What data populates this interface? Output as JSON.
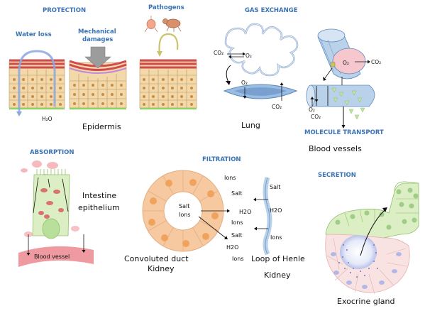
{
  "sections": {
    "protection": "PROTECTION",
    "gas_exchange": "GAS EXCHANGE",
    "molecule_transport": "MOLECULE TRANSPORT",
    "absorption": "ABSORPTION",
    "filtration": "FILTRATION",
    "secretion": "SECRETION"
  },
  "protection": {
    "water_loss": "Water loss",
    "mechanical_1": "Mechanical",
    "mechanical_2": "damages",
    "pathogens": "Pathogens",
    "h2o": "H₂O",
    "epidermis": "Epidermis"
  },
  "gas": {
    "co2_left": "CO₂",
    "o2_left": "O₂",
    "o2_alv": "O₂",
    "co2_alv": "CO₂",
    "lung": "Lung",
    "o2_rbc": "O₂",
    "co2_right": "CO₂",
    "o2_vessel": "O₂",
    "co2_vessel": "CO₂",
    "blood_vessels": "Blood vessels"
  },
  "absorption": {
    "intestine_1": "Intestine",
    "intestine_2": "epithelium",
    "blood_vessel": "Blood vessel"
  },
  "filtration": {
    "salt_center": "Salt",
    "ions_center": "Ions",
    "ions_1": "Ions",
    "salt_1": "Salt",
    "h2o_1": "H2O",
    "ions_2": "Ions",
    "salt_2": "Salt",
    "h2o_2": "H2O",
    "ions_3": "Ions",
    "henle_salt": "Salt",
    "henle_h2o": "H2O",
    "henle_ions": "Ions",
    "convoluted_1": "Convoluted duct",
    "convoluted_2": "Kidney",
    "henle_1": "Loop of Henle",
    "henle_2": "Kidney"
  },
  "secretion": {
    "exocrine": "Exocrine gland"
  },
  "colors": {
    "title_blue": "#3a73b5",
    "cell_fill": "#f3d9aa",
    "nucleus": "#c88d45",
    "tube_blue": "#b9d2ea",
    "vessel_pink": "#ef9aa1",
    "gland_green": "#dcefc4"
  }
}
